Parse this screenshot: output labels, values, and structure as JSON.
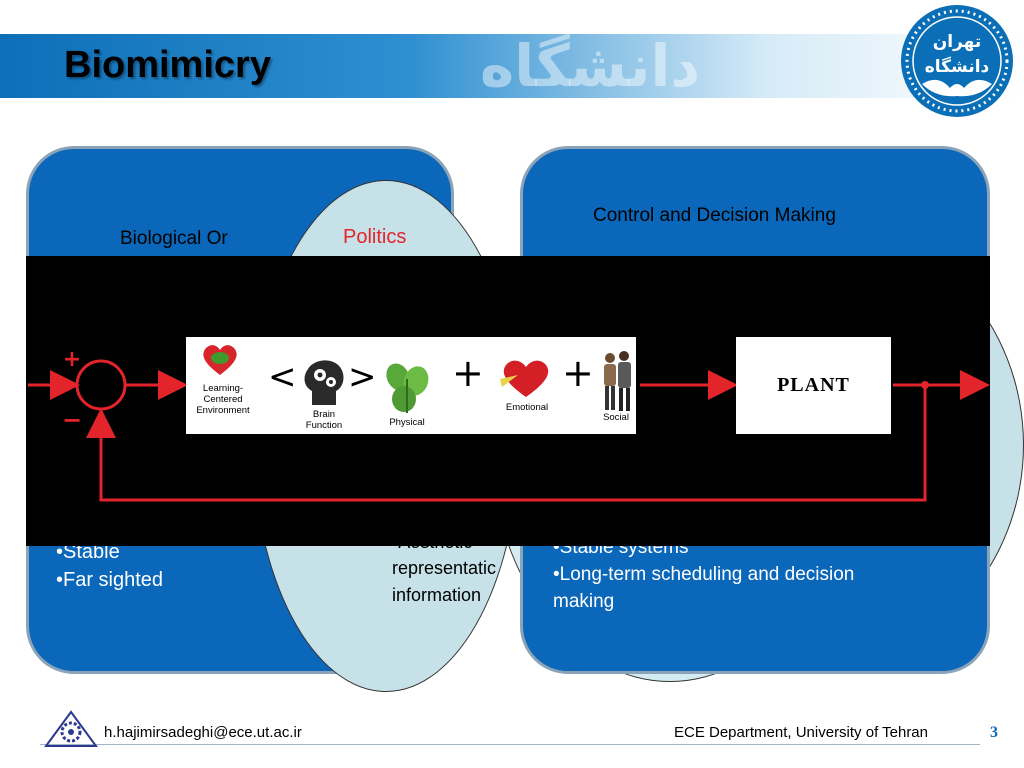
{
  "slide": {
    "title": "Biomimicry",
    "page_number": "3",
    "header_band_text": "دانشگاه"
  },
  "logo": {
    "text_top": "تهران",
    "text_bottom": "دانشگاه"
  },
  "panels": {
    "left": {
      "heading": "Biological Or",
      "bullets": [
        "•Stable",
        "•Far sighted"
      ]
    },
    "center": {
      "heading": "Politics",
      "lines": [
        "•Aesthetic",
        "representatic",
        "information"
      ]
    },
    "right": {
      "heading": "Control and Decision Making",
      "bullets": [
        "•Stable systems",
        "•Long-term scheduling and decision",
        "making"
      ]
    }
  },
  "diagram": {
    "plus_sign": "+",
    "minus_sign": "−",
    "items": {
      "learning": "Learning-\nCentered\nEnvironment",
      "brain": "Brain\nFunction",
      "physical": "Physical",
      "emotional": "Emotional",
      "social": "Social"
    },
    "lt": "<",
    "gt": ">",
    "plus1": "+",
    "plus2": "+",
    "plant": "PLANT"
  },
  "footer": {
    "email": "h.hajimirsadeghi@ece.ut.ac.ir",
    "department": "ECE Department, University of Tehran"
  },
  "colors": {
    "panel_blue": "#0b67b9",
    "circle_fill": "#c6e2e8",
    "signal_red": "#e3242b",
    "politics_red": "#e3242b",
    "page_number_blue": "#0b67b9"
  }
}
